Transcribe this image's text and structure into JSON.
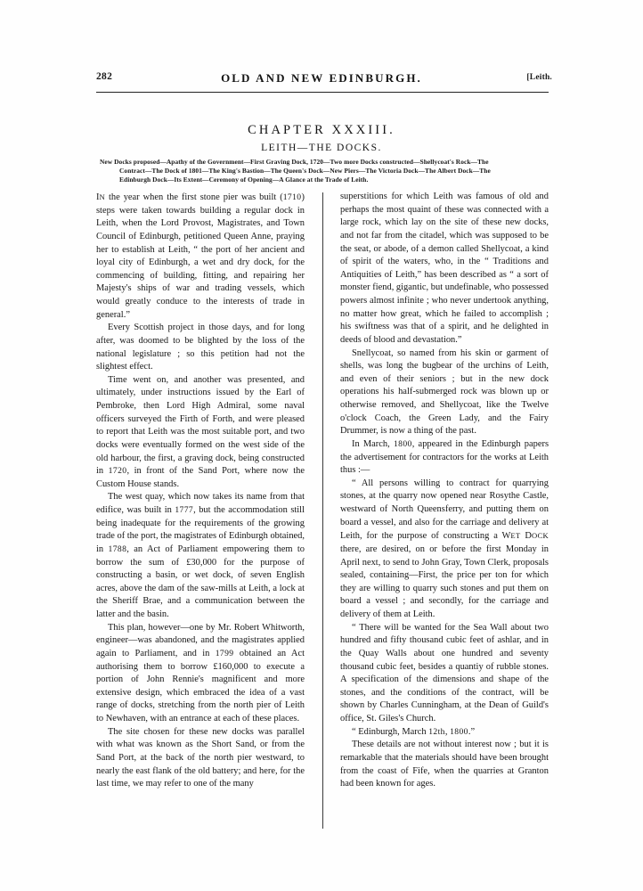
{
  "header": {
    "folio": "282",
    "title": "OLD AND NEW EDINBURGH.",
    "right_marker": "[Leith."
  },
  "chapter": {
    "number": "CHAPTER XXXIII.",
    "title": "LEITH—THE DOCKS.",
    "synopsis_line1": "New Docks proposed—Apathy of the Government—First Graving Dock, 1720—Two more Docks constructed—Shellycoat's Rock—The",
    "synopsis_line2": "Contract—The Dock of 1801—The King's Bastion—The Queen's Dock—New Piers—The Victoria Dock—The Albert Dock—The",
    "synopsis_line3": "Edinburgh Dock—Its Extent—Ceremony of Opening—A Glance at the Trade of Leith."
  },
  "body": {
    "left_column": [
      "IN the year when the first stone pier was built (1710) steps were taken towards building a regular dock in Leith, when the Lord Provost, Magistrates, and Town Council of Edinburgh, petitioned Queen Anne, praying her to establish at Leith, “ the port of her ancient and loyal city of Edinburgh, a wet and dry dock, for the commencing of building, fitting, and repairing her Majesty's ships of war and trading vessels, which would greatly conduce to the interests of trade in general.”",
      "Every Scottish project in those days, and for long after, was doomed to be blighted by the loss of the national legislature ; so this petition had not the slightest effect.",
      "Time went on, and another was presented, and ultimately, under instructions issued by the Earl of Pembroke, then Lord High Admiral, some naval officers surveyed the Firth of Forth, and were pleased to report that Leith was the most suitable port, and two docks were eventually formed on the west side of the old harbour, the first, a graving dock, being constructed in 1720, in front of the Sand Port, where now the Custom House stands.",
      "The west quay, which now takes its name from that edifice, was built in 1777, but the accommodation still being inadequate for the requirements of the growing trade of the port, the magistrates of Edinburgh obtained, in 1788, an Act of Parliament empowering them to borrow the sum of £30,000 for the purpose of constructing a basin, or wet dock, of seven English acres, above the dam of the saw-mills at Leith, a lock at the Sheriff Brae, and a communication between the latter and the basin.",
      "This plan, however—one by Mr. Robert Whitworth, engineer—was abandoned, and the magistrates applied again to Parliament, and in 1799 obtained an Act authorising them to borrow £160,000 to execute a portion of John Rennie's magnificent and more extensive design, which embraced the idea of a vast range of docks, stretching from the north pier of Leith to Newhaven, with an entrance at each of these places.",
      "The site chosen for these new docks was parallel with what was known as the Short Sand, or from the Sand Port, at the back of the north pier westward, to nearly the east flank of the old battery; and here, for the last time, we may refer to one of the many"
    ],
    "right_column": [
      "superstitions for which Leith was famous of old and perhaps the most quaint of these was connected with a large rock, which lay on the site of these new docks, and not far from the citadel, which was supposed to be the seat, or abode, of a demon called Shellycoat, a kind of spirit of the waters, who, in the “ Traditions and Antiquities of Leith,” has been described as “ a sort of monster fiend, gigantic, but undefinable, who possessed powers almost infinite ; who never undertook anything, no matter how great, which he failed to accomplish ; his swiftness was that of a spirit, and he delighted in deeds of blood and devastation.”",
      "Snellycoat, so named from his skin or garment of shells, was long the bugbear of the urchins of Leith, and even of their seniors ; but in the new dock operations his half-submerged rock was blown up or otherwise removed, and Shellycoat, like the Twelve o'clock Coach, the Green Lady, and the Fairy Drummer, is now a thing of the past.",
      "In March, 1800, appeared in the Edinburgh papers the advertisement for contractors for the works at Leith thus :—",
      "“ All persons willing to contract for quarrying stones, at the quarry now opened near Rosythe Castle, westward of North Queensferry, and putting them on board a vessel, and also for the carriage and delivery at Leith, for the purpose of constructing a WET DOCK there, are desired, on or before the first Monday in April next, to send to John Gray, Town Clerk, proposals sealed, containing—First, the price per ton for which they are willing to quarry such stones and put them on board a vessel ; and secondly, for the carriage and delivery of them at Leith.",
      "“ There will be wanted for the Sea Wall about two hundred and fifty thousand cubic feet of ashlar, and in the Quay Walls about one hundred and seventy thousand cubic feet, besides a quantiy of rubble stones. A specification of the dimensions and shape of the stones, and the conditions of the contract, will be shown by Charles Cunningham, at the Dean of Guild's office, St. Giles's Church.",
      "“ Edinburgh, March 12th, 1800.”",
      "These details are not without interest now ; but it is remarkable that the materials should have been brought from the coast of Fife, when the quarries at Granton had been known for ages."
    ]
  }
}
